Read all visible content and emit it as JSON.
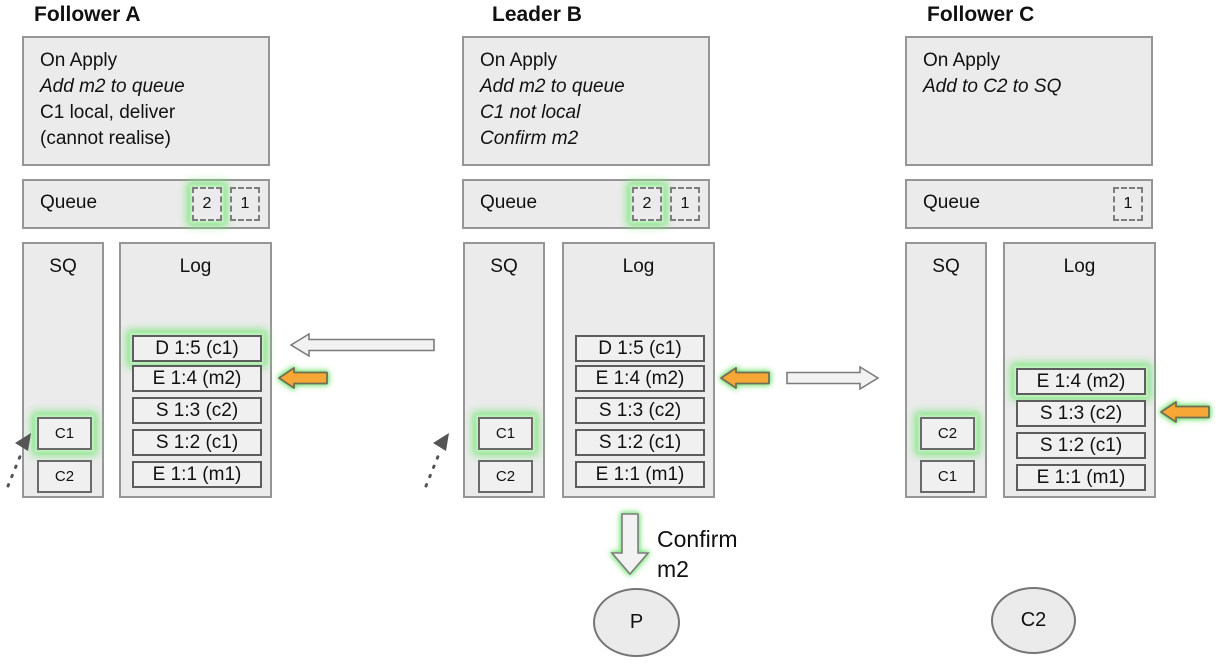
{
  "nodes": [
    {
      "title": "Follower A",
      "on_apply": [
        "On Apply",
        "Add m2 to queue",
        "C1 local, deliver",
        "(cannot realise)"
      ],
      "queue_label": "Queue",
      "queue_items": [
        "2",
        "1"
      ],
      "sq_label": "SQ",
      "sq_items": [
        "C1",
        "C2"
      ],
      "log_label": "Log",
      "log_entries": [
        "D 1:5 (c1)",
        "E 1:4 (m2)",
        "S 1:3 (c2)",
        "S 1:2 (c1)",
        "E 1:1 (m1)"
      ]
    },
    {
      "title": "Leader B",
      "on_apply": [
        "On Apply",
        "Add m2 to queue",
        "C1 not local",
        "Confirm m2"
      ],
      "queue_label": "Queue",
      "queue_items": [
        "2",
        "1"
      ],
      "sq_label": "SQ",
      "sq_items": [
        "C1",
        "C2"
      ],
      "log_label": "Log",
      "log_entries": [
        "D 1:5 (c1)",
        "E 1:4 (m2)",
        "S 1:3 (c2)",
        "S 1:2 (c1)",
        "E 1:1 (m1)"
      ]
    },
    {
      "title": "Follower C",
      "on_apply": [
        "On Apply",
        "Add to C2 to SQ"
      ],
      "queue_label": "Queue",
      "queue_items": [
        "1"
      ],
      "sq_label": "SQ",
      "sq_items": [
        "C2",
        "C1"
      ],
      "log_label": "Log",
      "log_entries": [
        "E 1:4 (m2)",
        "S 1:3 (c2)",
        "S 1:2 (c1)",
        "E 1:1 (m1)"
      ]
    }
  ],
  "confirm": {
    "line1": "Confirm",
    "line2": "m2"
  },
  "processes": [
    {
      "label": "P"
    },
    {
      "label": "C2"
    }
  ],
  "colors": {
    "glow_green": "#7fe57f",
    "arrow_orange": "#f6a735",
    "box_fill": "#ebebeb"
  }
}
